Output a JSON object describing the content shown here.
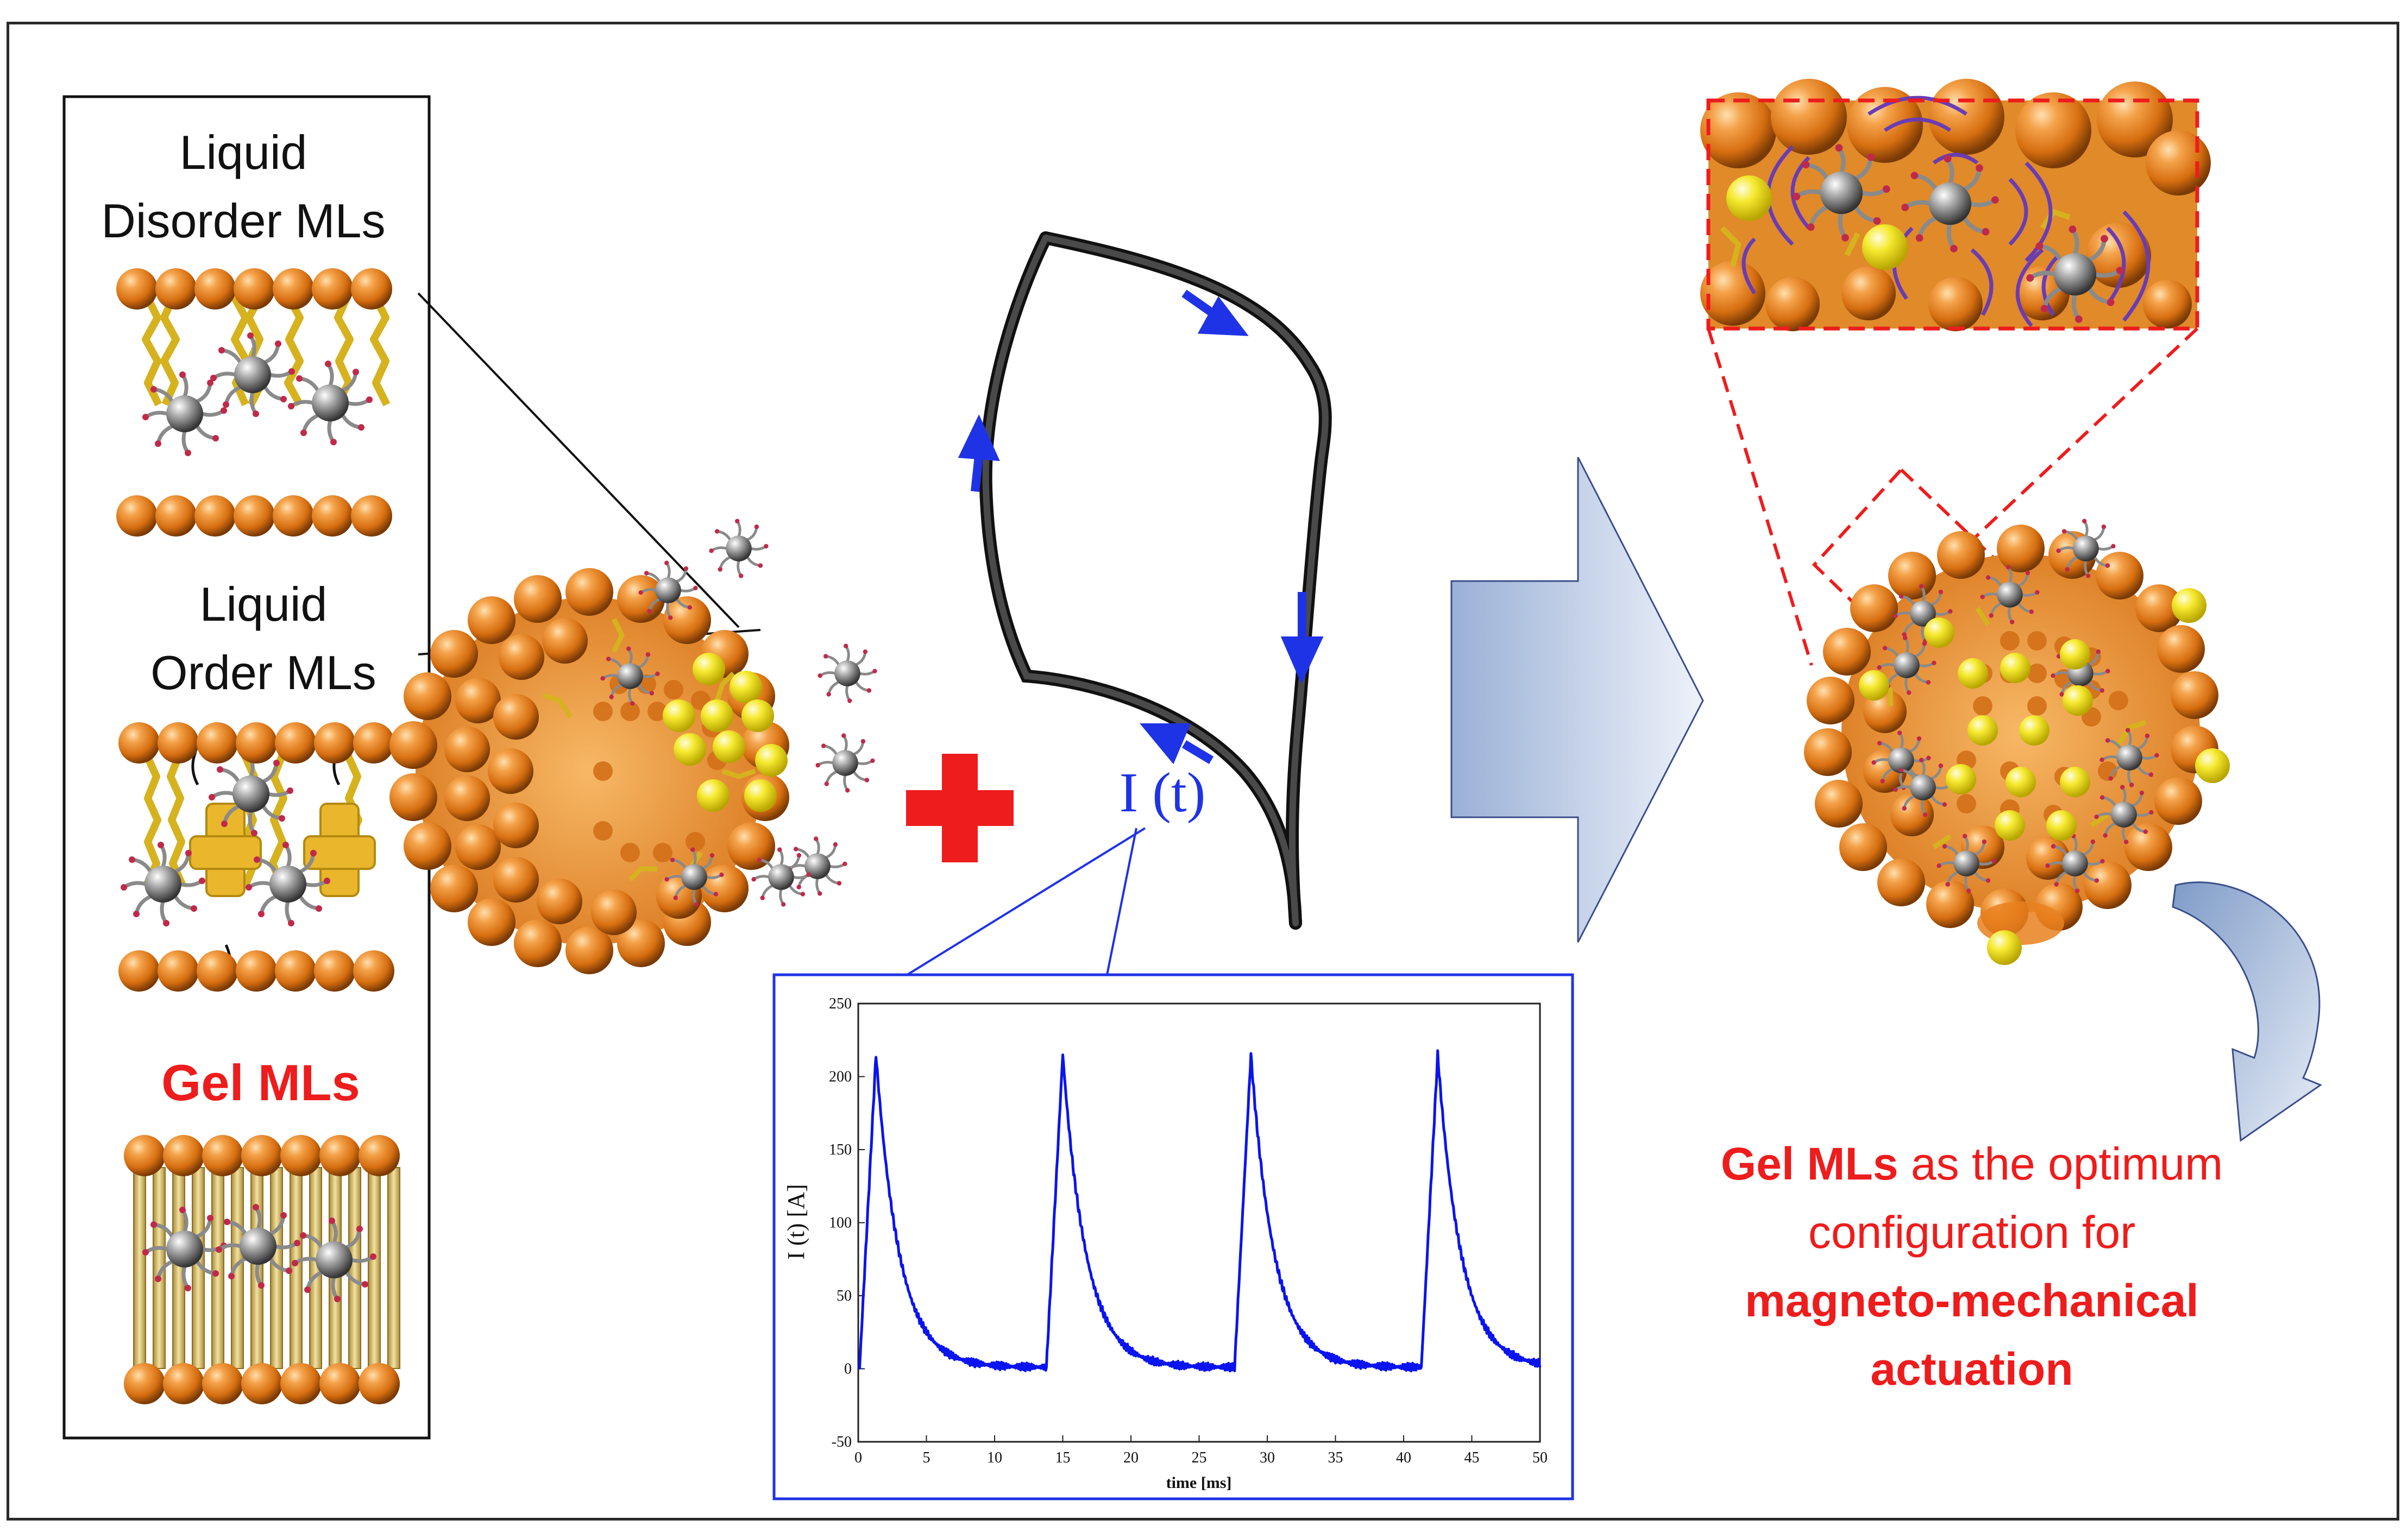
{
  "labels": {
    "liquid_disorder_line1": "Liquid",
    "liquid_disorder_line2": "Disorder MLs",
    "liquid_order_line1": "Liquid",
    "liquid_order_line2": "Order MLs",
    "gel": "Gel MLs",
    "current": "I (t)",
    "bottom_gel": "Gel MLs",
    "bottom_mid1": " as the optimum",
    "bottom_mid2": "configuration for",
    "bottom_bold1": "magneto-mechanical",
    "bottom_bold2": "actuation"
  },
  "colors": {
    "orange": "#e9801f",
    "red": "#ee1c1c",
    "blue_arrow": "#1f33e6",
    "plot_line": "#0a14ee",
    "chain": "#e0c640",
    "yellow_sphere": "#f2e231",
    "purple_wave": "#6a3cb4"
  },
  "chart_data": {
    "type": "line",
    "xlabel": "time [ms]",
    "ylabel": "I (t) [A]",
    "xlim": [
      0,
      50
    ],
    "ylim": [
      -50,
      250
    ],
    "x_ticks": [
      "0",
      "5",
      "10",
      "15",
      "20",
      "25",
      "30",
      "35",
      "40",
      "45",
      "50"
    ],
    "y_ticks": [
      "-50",
      "0",
      "50",
      "100",
      "150",
      "200",
      "250"
    ],
    "pulse_starts_ms": [
      0.1,
      13.8,
      27.6,
      41.3
    ],
    "peak_value_A": 215,
    "rise_time_ms": 1.2,
    "decay_constant_ms": 1.7,
    "baseline_A": 1
  }
}
